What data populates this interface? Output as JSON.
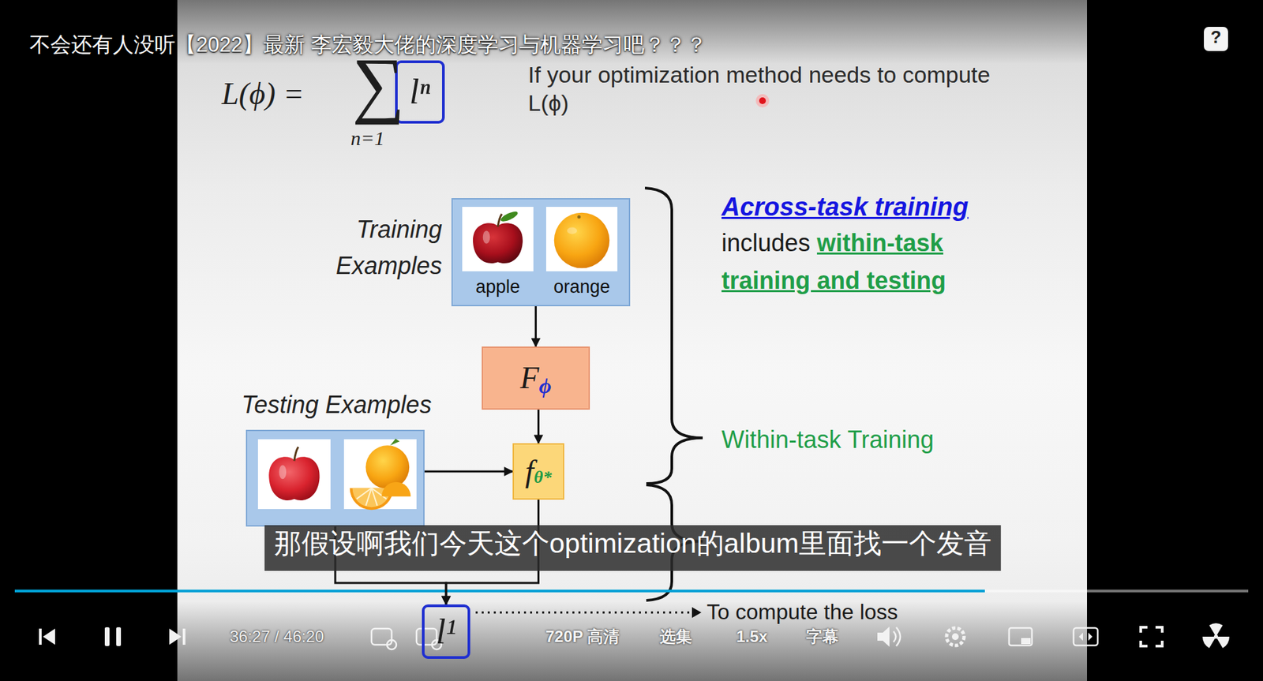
{
  "diagram": {
    "nodes": [
      {
        "text": [
          "lⁿ"
        ]
      },
      {
        "text": [
          "Training Examples",
          "apple",
          "orange"
        ]
      },
      {
        "text": [
          "F",
          "ϕ"
        ]
      },
      {
        "text": [
          "Testing Examples"
        ]
      },
      {
        "text": [
          "f",
          "θ*"
        ]
      },
      {
        "text": [
          "l¹"
        ]
      }
    ],
    "edges": [
      {
        "from": 1,
        "to": 2,
        "arrow": "to"
      },
      {
        "from": 2,
        "to": 4,
        "arrow": "to"
      },
      {
        "from": 3,
        "to": 4,
        "arrow": "to"
      },
      {
        "from": 4,
        "to": 5,
        "arrow": "to"
      },
      {
        "from": 3,
        "to": 5,
        "arrow": "to"
      }
    ],
    "labels": [
      "不会还有人没听【2022】最新 李宏毅大佬的深度学习与机器学习吧？？？",
      "?",
      "If your optimization method needs to compute L(ϕ)",
      "L(ϕ) =",
      "∑",
      "n=1",
      "Across-task training",
      "includes",
      "within-task training and testing",
      "Within-task Training",
      "那假设啊我们今天这个optimization的album里面找一个发音",
      "To compute the loss",
      "36:27 / 46:20",
      "720P 高清",
      "选集",
      "1.5x",
      "字幕"
    ]
  }
}
